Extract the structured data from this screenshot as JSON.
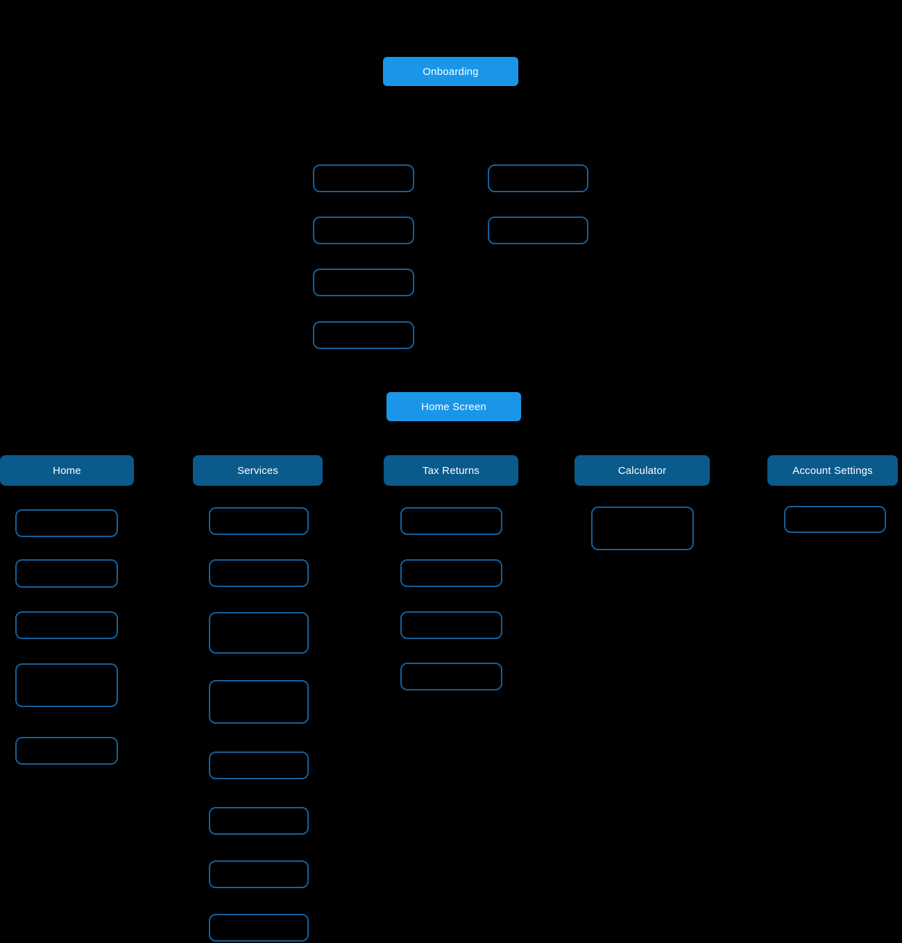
{
  "colors": {
    "background": "#000000",
    "primary_node_fill": "#1a96e8",
    "section_node_fill": "#0a5a8c",
    "placeholder_outline": "#15629e",
    "node_text": "#ffffff"
  },
  "flowchart": {
    "root": {
      "label": "Onboarding"
    },
    "home_screen": {
      "label": "Home Screen"
    },
    "sections": [
      {
        "label": "Home"
      },
      {
        "label": "Services"
      },
      {
        "label": "Tax Returns"
      },
      {
        "label": "Calculator"
      },
      {
        "label": "Account Settings"
      }
    ]
  }
}
